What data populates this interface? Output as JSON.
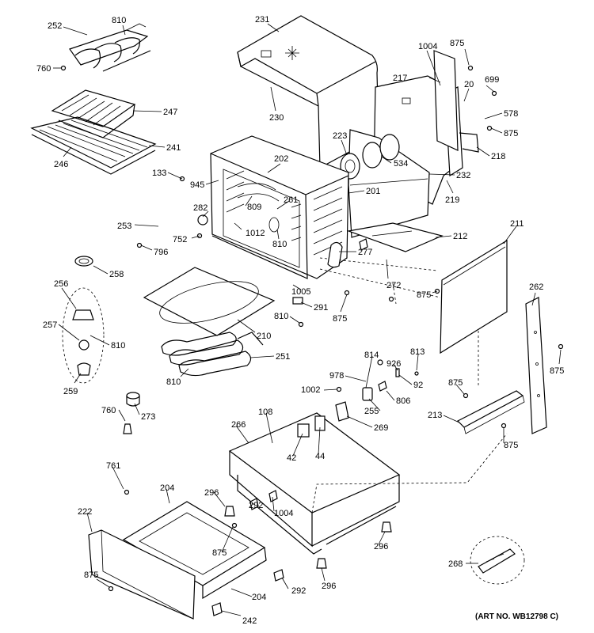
{
  "art_number": "(ART NO. WB12798 C)",
  "labels": [
    "252",
    "810",
    "760",
    "247",
    "241",
    "246",
    "231",
    "230",
    "1004",
    "875",
    "217",
    "20",
    "699",
    "578",
    "875",
    "218",
    "223",
    "534",
    "232",
    "219",
    "133",
    "202",
    "945",
    "201",
    "261",
    "809",
    "282",
    "253",
    "1012",
    "810",
    "752",
    "796",
    "212",
    "277",
    "211",
    "258",
    "1005",
    "272",
    "875",
    "256",
    "291",
    "257",
    "810",
    "810",
    "875",
    "210",
    "262",
    "251",
    "810",
    "259",
    "814",
    "926",
    "813",
    "978",
    "92",
    "875",
    "1002",
    "806",
    "760",
    "273",
    "255",
    "875",
    "213",
    "108",
    "266",
    "269",
    "42",
    "44",
    "875",
    "761",
    "204",
    "296",
    "292",
    "1004",
    "222",
    "875",
    "296",
    "268",
    "875",
    "204",
    "296",
    "292",
    "242"
  ]
}
